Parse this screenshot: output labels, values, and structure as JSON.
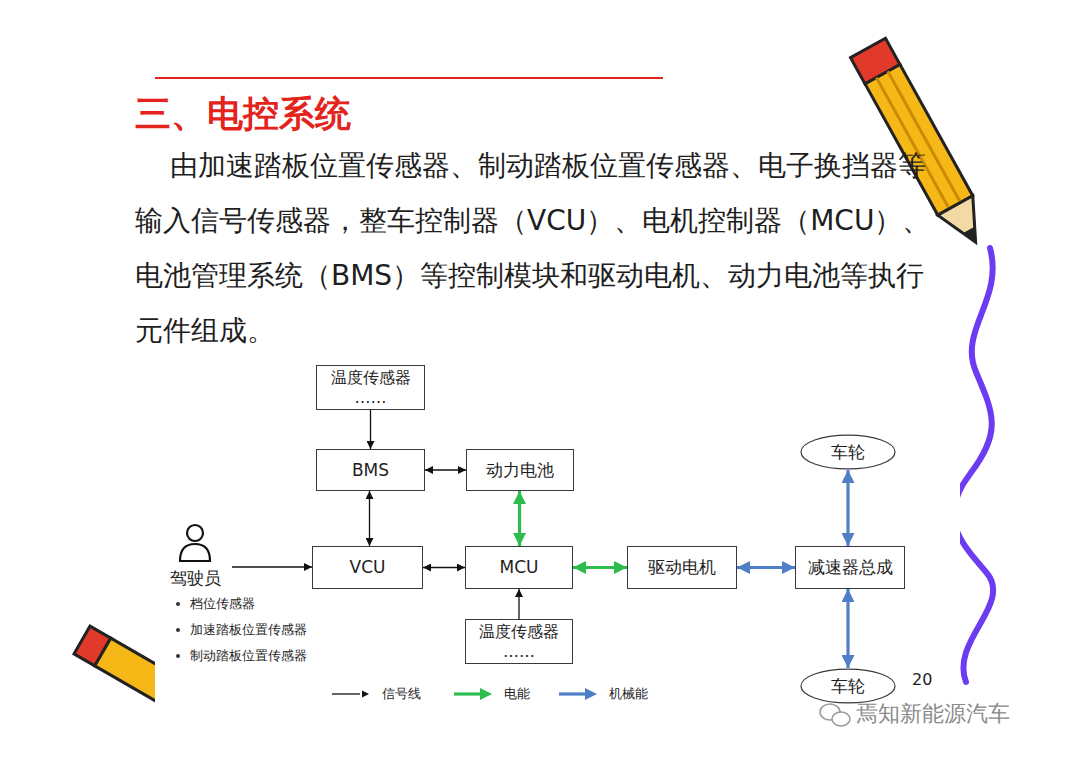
{
  "diagram": {
    "title": "三、电控系统",
    "nodes": [
      {
        "text": [
          "温度传感器",
          "……"
        ]
      },
      {
        "text": [
          "BMS"
        ]
      },
      {
        "text": [
          "动力电池"
        ]
      },
      {
        "text": [
          "车轮"
        ]
      },
      {
        "text": [
          "驾驶员"
        ]
      },
      {
        "text": [
          "VCU"
        ]
      },
      {
        "text": [
          "MCU"
        ]
      },
      {
        "text": [
          "驱动电机"
        ]
      },
      {
        "text": [
          "减速器总成"
        ]
      },
      {
        "text": [
          "温度传感器",
          "……"
        ]
      },
      {
        "text": [
          "车轮"
        ]
      }
    ],
    "edges": [
      {
        "from": 0,
        "to": 1,
        "arrow": "to"
      },
      {
        "from": 1,
        "to": 2,
        "arrow": "both"
      },
      {
        "from": 1,
        "to": 5,
        "arrow": "both"
      },
      {
        "from": 4,
        "to": 5,
        "arrow": "to"
      },
      {
        "from": 5,
        "to": 6,
        "arrow": "both"
      },
      {
        "from": 2,
        "to": 6,
        "arrow": "both"
      },
      {
        "from": 6,
        "to": 7,
        "arrow": "both"
      },
      {
        "from": 7,
        "to": 8,
        "arrow": "both"
      },
      {
        "from": 3,
        "to": 8,
        "arrow": "both"
      },
      {
        "from": 8,
        "to": 10,
        "arrow": "both"
      },
      {
        "from": 9,
        "to": 6,
        "arrow": "to"
      }
    ],
    "labels": [
      "由加速踏板位置传感器、制动踏板位置传感器、电子换挡器等输入信号传感器，整车控制器（VCU）、电机控制器（MCU）、电池管理系统（BMS）等控制模块和驱动电机、动力电池等执行元件组成。",
      "档位传感器",
      "加速踏板位置传感器",
      "制动踏板位置传感器",
      "20",
      "焉知新能源汽车"
    ],
    "legend": [
      {
        "text": "信号线"
      },
      {
        "text": "电能"
      },
      {
        "text": "机械能"
      }
    ]
  }
}
